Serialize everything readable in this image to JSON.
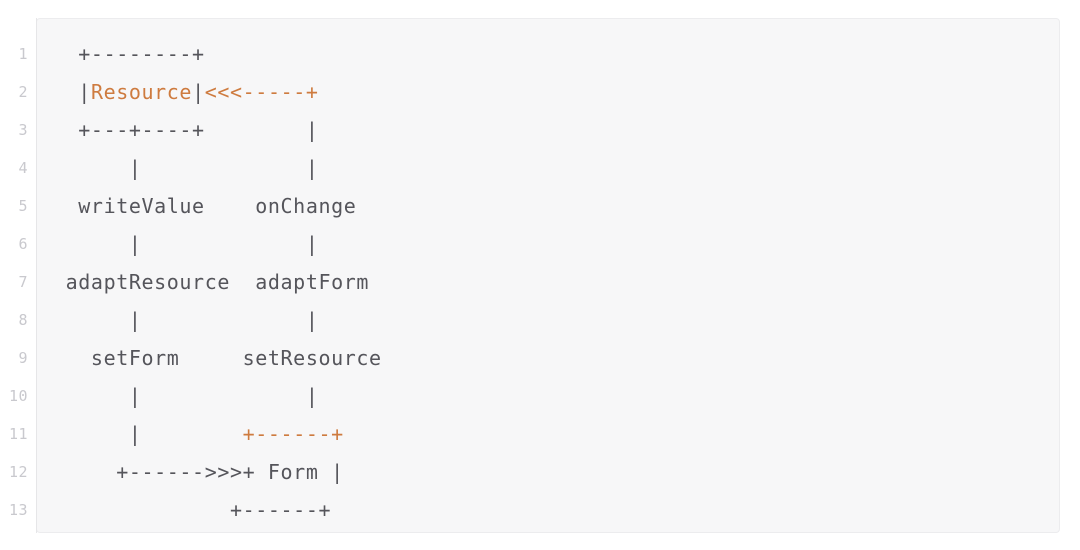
{
  "code_block": {
    "language": "ascii-art-diagram",
    "background_color": "#f7f7f8",
    "page_background_color": "#ffffff",
    "default_text_color": "#55555b",
    "accent_color": "#ce7b3f",
    "line_number_color": "#c9c9ce",
    "line_numbers": [
      "1",
      "2",
      "3",
      "4",
      "5",
      "6",
      "7",
      "8",
      "9",
      "10",
      "11",
      "12",
      "13"
    ],
    "lines": [
      {
        "number": "1",
        "text": "  +--------+",
        "segments": [
          {
            "text": "  +--------+",
            "color": "plain"
          }
        ]
      },
      {
        "number": "2",
        "text": "  |Resource|<<<-----+",
        "segments": [
          {
            "text": "  |",
            "color": "plain"
          },
          {
            "text": "Resource",
            "color": "accent"
          },
          {
            "text": "|",
            "color": "plain"
          },
          {
            "text": "<<<-----+",
            "color": "accent"
          }
        ]
      },
      {
        "number": "3",
        "text": "  +---+----+        |",
        "segments": [
          {
            "text": "  +---+----+        |",
            "color": "plain"
          }
        ]
      },
      {
        "number": "4",
        "text": "      |             |",
        "segments": [
          {
            "text": "      |             |",
            "color": "plain"
          }
        ]
      },
      {
        "number": "5",
        "text": "  writeValue    onChange",
        "segments": [
          {
            "text": "  writeValue    onChange",
            "color": "plain"
          }
        ]
      },
      {
        "number": "6",
        "text": "      |             |",
        "segments": [
          {
            "text": "      |             |",
            "color": "plain"
          }
        ]
      },
      {
        "number": "7",
        "text": " adaptResource  adaptForm",
        "segments": [
          {
            "text": " adaptResource  adaptForm",
            "color": "plain"
          }
        ]
      },
      {
        "number": "8",
        "text": "      |             |",
        "segments": [
          {
            "text": "      |             |",
            "color": "plain"
          }
        ]
      },
      {
        "number": "9",
        "text": "   setForm     setResource",
        "segments": [
          {
            "text": "   setForm     setResource",
            "color": "plain"
          }
        ]
      },
      {
        "number": "10",
        "text": "      |             |",
        "segments": [
          {
            "text": "      |             |",
            "color": "plain"
          }
        ]
      },
      {
        "number": "11",
        "text": "      |        +------+",
        "segments": [
          {
            "text": "      |        ",
            "color": "plain"
          },
          {
            "text": "+------+",
            "color": "accent"
          }
        ]
      },
      {
        "number": "12",
        "text": "     +------>>>+ Form |",
        "segments": [
          {
            "text": "     +------>>>+ Form |",
            "color": "plain"
          }
        ]
      },
      {
        "number": "13",
        "text": "              +------+",
        "segments": [
          {
            "text": "              +------+",
            "color": "plain"
          }
        ]
      }
    ],
    "diagram_labels": [
      "Resource",
      "writeValue",
      "onChange",
      "adaptResource",
      "adaptForm",
      "setForm",
      "setResource",
      "Form"
    ]
  }
}
